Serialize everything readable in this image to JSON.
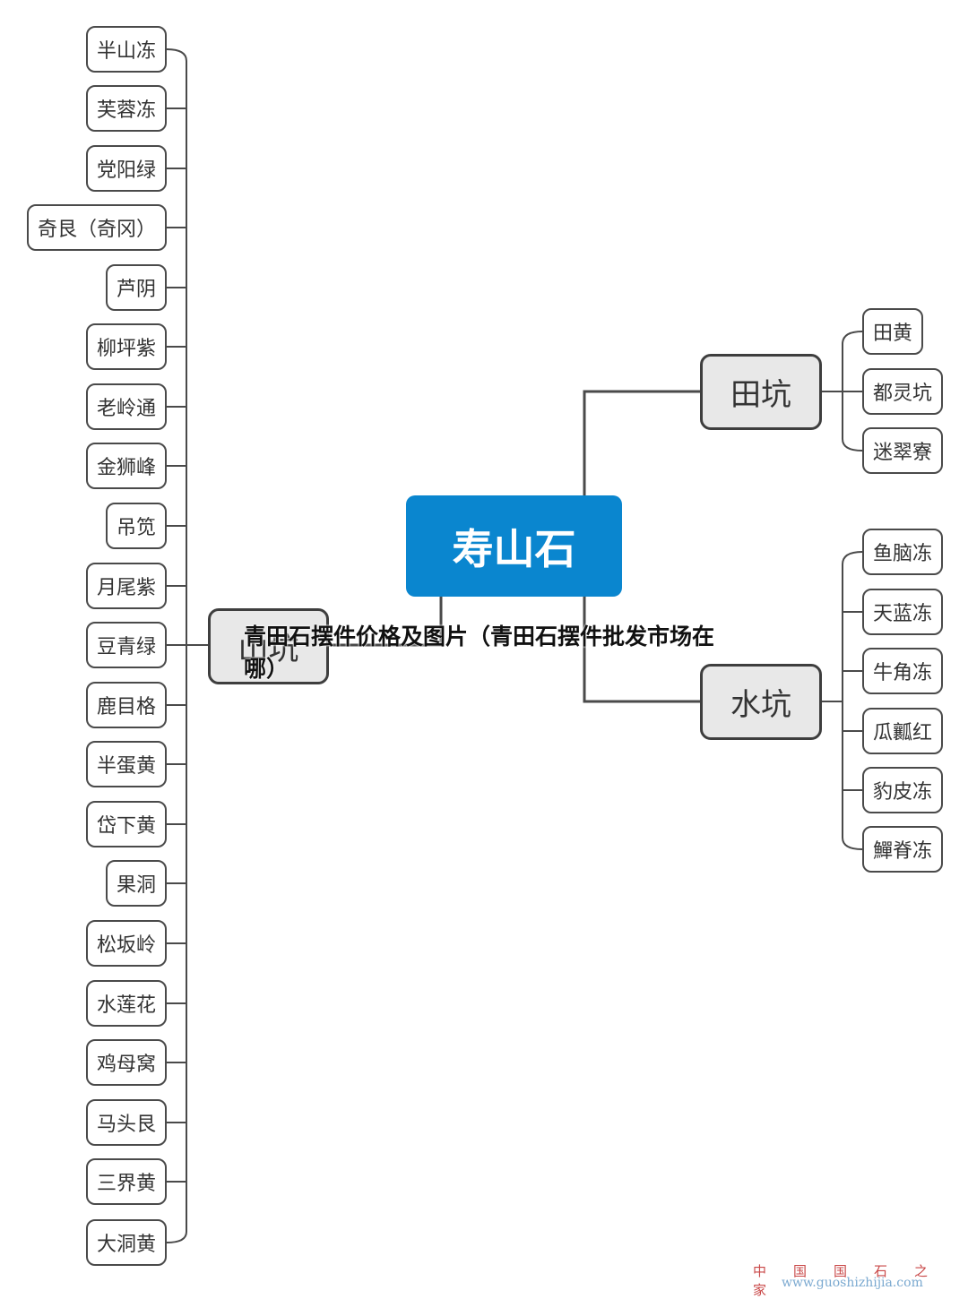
{
  "center": "寿山石",
  "branches": {
    "shankeng": "山坑",
    "tiankeng": "田坑",
    "shuikeng": "水坑"
  },
  "left_items": [
    "半山冻",
    "芙蓉冻",
    "党阳绿",
    "奇艮（奇冈）",
    "芦阴",
    "柳坪紫",
    "老岭通",
    "金狮峰",
    "吊笕",
    "月尾紫",
    "豆青绿",
    "鹿目格",
    "半蛋黄",
    "岱下黄",
    "果洞",
    "松坂岭",
    "水莲花",
    "鸡母窝",
    "马头艮",
    "三界黄",
    "大洞黄"
  ],
  "tian_items": [
    "田黄",
    "都灵坑",
    "迷翠寮"
  ],
  "shui_items": [
    "鱼脑冻",
    "天蓝冻",
    "牛角冻",
    "瓜瓤红",
    "豹皮冻",
    "鱓脊冻"
  ],
  "overlay_title": "青田石摆件价格及图片（青田石摆件批发市场在哪）",
  "watermark": {
    "chars": "中国国石之家",
    "url": "www.guoshizhijia.com"
  },
  "colors": {
    "center_bg": "#0a86cf",
    "branch_bg": "#e8e8e8",
    "line": "#4a4a4a"
  }
}
